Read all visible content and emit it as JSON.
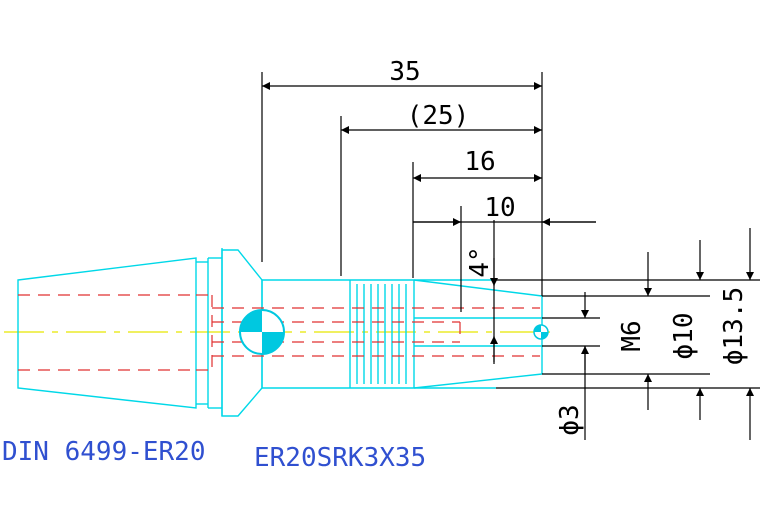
{
  "colors": {
    "outline": "#00d8e8",
    "hidden": "#e03030",
    "center": "#e8e800",
    "dim": "#000000",
    "label": "#3050d0",
    "mark": "#00c8e0"
  },
  "dimensions": {
    "overall_length": "35",
    "reference_length": "(25)",
    "length_16": "16",
    "length_10": "10",
    "taper_angle": "4°",
    "thread": "M6",
    "dia_3": "ϕ3",
    "dia_10": "ϕ10",
    "dia_13_5": "ϕ13.5"
  },
  "labels": {
    "collet": "DIN 6499-ER20",
    "part": "ER20SRK3X35"
  }
}
